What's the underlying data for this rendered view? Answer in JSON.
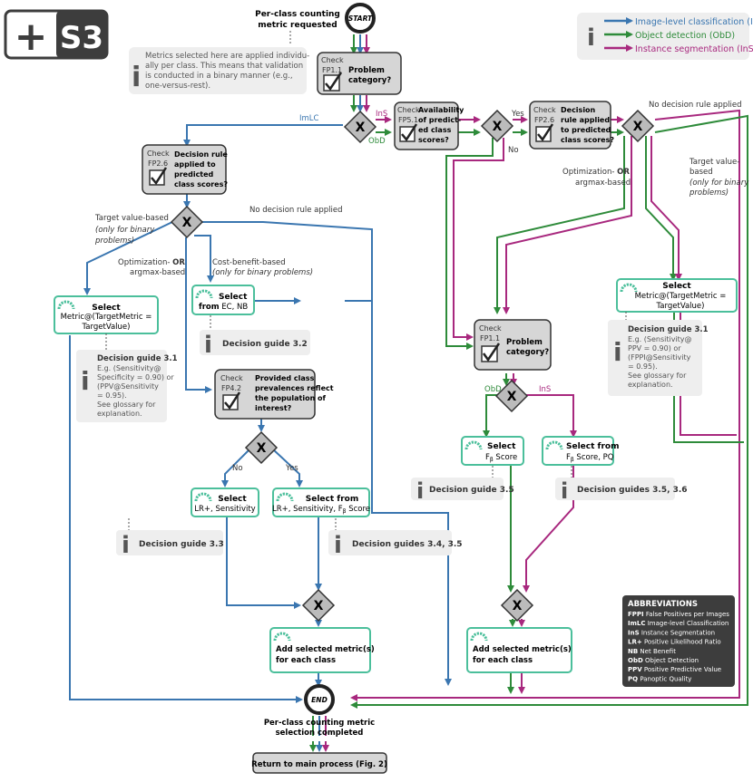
{
  "badge": {
    "plus": "+",
    "code": "S3"
  },
  "legend": {
    "items": [
      {
        "label": "Image-level classification (ImLC)",
        "color": "#3a76b0"
      },
      {
        "label": "Object detection (ObD)",
        "color": "#2e8b3a"
      },
      {
        "label": "Instance segmentation (InS)",
        "color": "#a8287e"
      }
    ]
  },
  "start": {
    "label": "START",
    "caption": [
      "Per-class counting",
      "metric requested"
    ]
  },
  "info_metrics": [
    "Metrics selected here are applied individu-",
    "ally per class. This means that validation",
    "is conducted in a binary manner (e.g.,",
    "one-versus-rest)."
  ],
  "check_word": "Check",
  "fp11_top": {
    "fp": "FP1.1",
    "q": [
      "Problem",
      "category?"
    ]
  },
  "branch_labels": {
    "imlc": "ImLC",
    "ins": "InS",
    "obd": "ObD",
    "yes": "Yes",
    "no": "No"
  },
  "fp51": {
    "fp": "FP5.1",
    "q": [
      "Availability",
      "of predict-",
      "ed class",
      "scores?"
    ]
  },
  "fp26_right": {
    "fp": "FP2.6",
    "q": [
      "Decision",
      "rule applied",
      "to predicted",
      "class scores?"
    ]
  },
  "no_rule_right": "No decision rule applied",
  "target_right": {
    "l1": "Target value-",
    "l2": "based",
    "l3": "(only for binary",
    "l4": "problems)"
  },
  "opt_right": {
    "l1": "Optimization-",
    "or": "OR",
    "l2": "argmax-based"
  },
  "fp26_left": {
    "fp": "FP2.6",
    "q": [
      "Decision rule",
      "applied to",
      "predicted",
      "class scores?"
    ]
  },
  "no_rule_left": "No decision rule applied",
  "target_left": {
    "l1": "Target value-based",
    "l2": "(only for binary",
    "l3": "problems)"
  },
  "opt_left": {
    "l1": "Optimization-",
    "or": "OR",
    "l2": "argmax-based"
  },
  "cost_benefit": {
    "l1": "Cost-benefit-based",
    "l2": "(only for binary problems)"
  },
  "select_word": "Select",
  "select_from_word": "Select from",
  "sel_metric_left": {
    "l1": "Metric@(TargetMetric =",
    "l2": "TargetValue)"
  },
  "sel_metric_right": {
    "l1": "Metric@(TargetMetric =",
    "l2": "TargetValue)"
  },
  "sel_from_ec": {
    "from": "from",
    "items": "EC, NB"
  },
  "dg32": "Decision guide 3.2",
  "dg31_left": {
    "title": "Decision guide 3.1",
    "lines": [
      "E.g. (Sensitivity@",
      "Specificity = 0.90) or",
      "(PPV@Sensitivity",
      "= 0.95).",
      "See glossary for",
      "explanation."
    ]
  },
  "dg31_right": {
    "title": "Decision guide 3.1",
    "lines": [
      "E.g. (Sensitivity@",
      "PPV = 0.90) or",
      "(FPPI@Sensitivity",
      "= 0.95).",
      "See glossary for",
      "explanation."
    ]
  },
  "fp42": {
    "fp": "FP4.2",
    "q": [
      "Provided class",
      "prevalences reflect",
      "the population of",
      "interest?"
    ]
  },
  "sel_lr": {
    "items": "LR+, Sensitivity"
  },
  "sel_from_lr": {
    "items": "LR+, Sensitivity, F",
    "sub": "β",
    "tail": " Score"
  },
  "dg33": "Decision guide 3.3",
  "dg34": "Decision guides 3.4, 3.5",
  "fp11_right": {
    "fp": "FP1.1",
    "q": [
      "Problem",
      "category?"
    ]
  },
  "sel_fb": {
    "pre": "F",
    "sub": "β",
    "tail": " Score"
  },
  "sel_fb_pq": {
    "pre": "F",
    "sub": "β",
    "tail": " Score, PQ"
  },
  "dg35": "Decision guide 3.5",
  "dg356": "Decision guides 3.5, 3.6",
  "add_metric": [
    "Add selected metric(s)",
    "for each class"
  ],
  "end": {
    "label": "END",
    "caption": [
      "Per-class counting metric",
      "selection completed"
    ]
  },
  "return_btn": "Return to main process (Fig. 2)",
  "abbreviations": {
    "title": "ABBREVIATIONS",
    "items": [
      {
        "k": "FPPI",
        "v": "False Positives per Images"
      },
      {
        "k": "ImLC",
        "v": "Image-level Classification"
      },
      {
        "k": "InS",
        "v": "Instance Segmentation"
      },
      {
        "k": "LR+",
        "v": "Positive Likelihood Ratio"
      },
      {
        "k": "NB",
        "v": "Net Benefit"
      },
      {
        "k": "ObD",
        "v": "Object Detection"
      },
      {
        "k": "PPV",
        "v": "Positive Predictive Value"
      },
      {
        "k": "PQ",
        "v": "Panoptic Quality"
      }
    ]
  }
}
